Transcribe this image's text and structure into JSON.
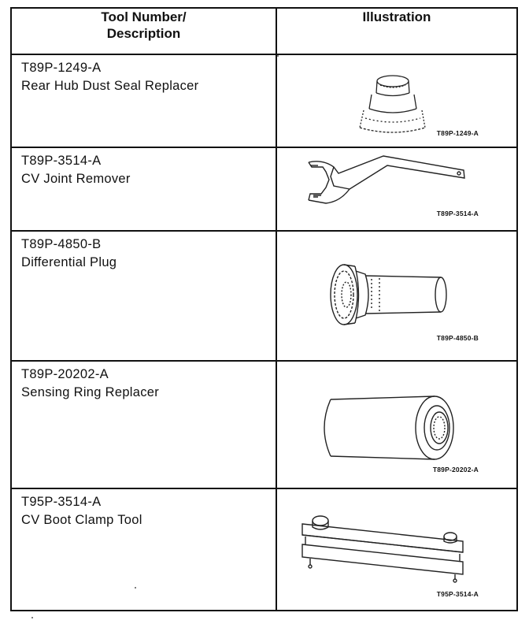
{
  "header": {
    "col1_line1": "Tool Number/",
    "col1_line2": "Description",
    "col2": "Illustration"
  },
  "tools": [
    {
      "number": "T89P-1249-A",
      "description": "Rear Hub Dust Seal Replacer",
      "caption": "T89P-1249-A",
      "icon": "seal-replacer-illustration"
    },
    {
      "number": "T89P-3514-A",
      "description": "CV Joint Remover",
      "caption": "T89P-3514-A",
      "icon": "cv-joint-remover-illustration"
    },
    {
      "number": "T89P-4850-B",
      "description": "Differential Plug",
      "caption": "T89P-4850-B",
      "icon": "differential-plug-illustration"
    },
    {
      "number": "T89P-20202-A",
      "description": "Sensing Ring Replacer",
      "caption": "T89P-20202-A",
      "icon": "sensing-ring-replacer-illustration"
    },
    {
      "number": "T95P-3514-A",
      "description": "CV Boot Clamp Tool",
      "caption": "T95P-3514-A",
      "icon": "cv-boot-clamp-tool-illustration"
    }
  ]
}
